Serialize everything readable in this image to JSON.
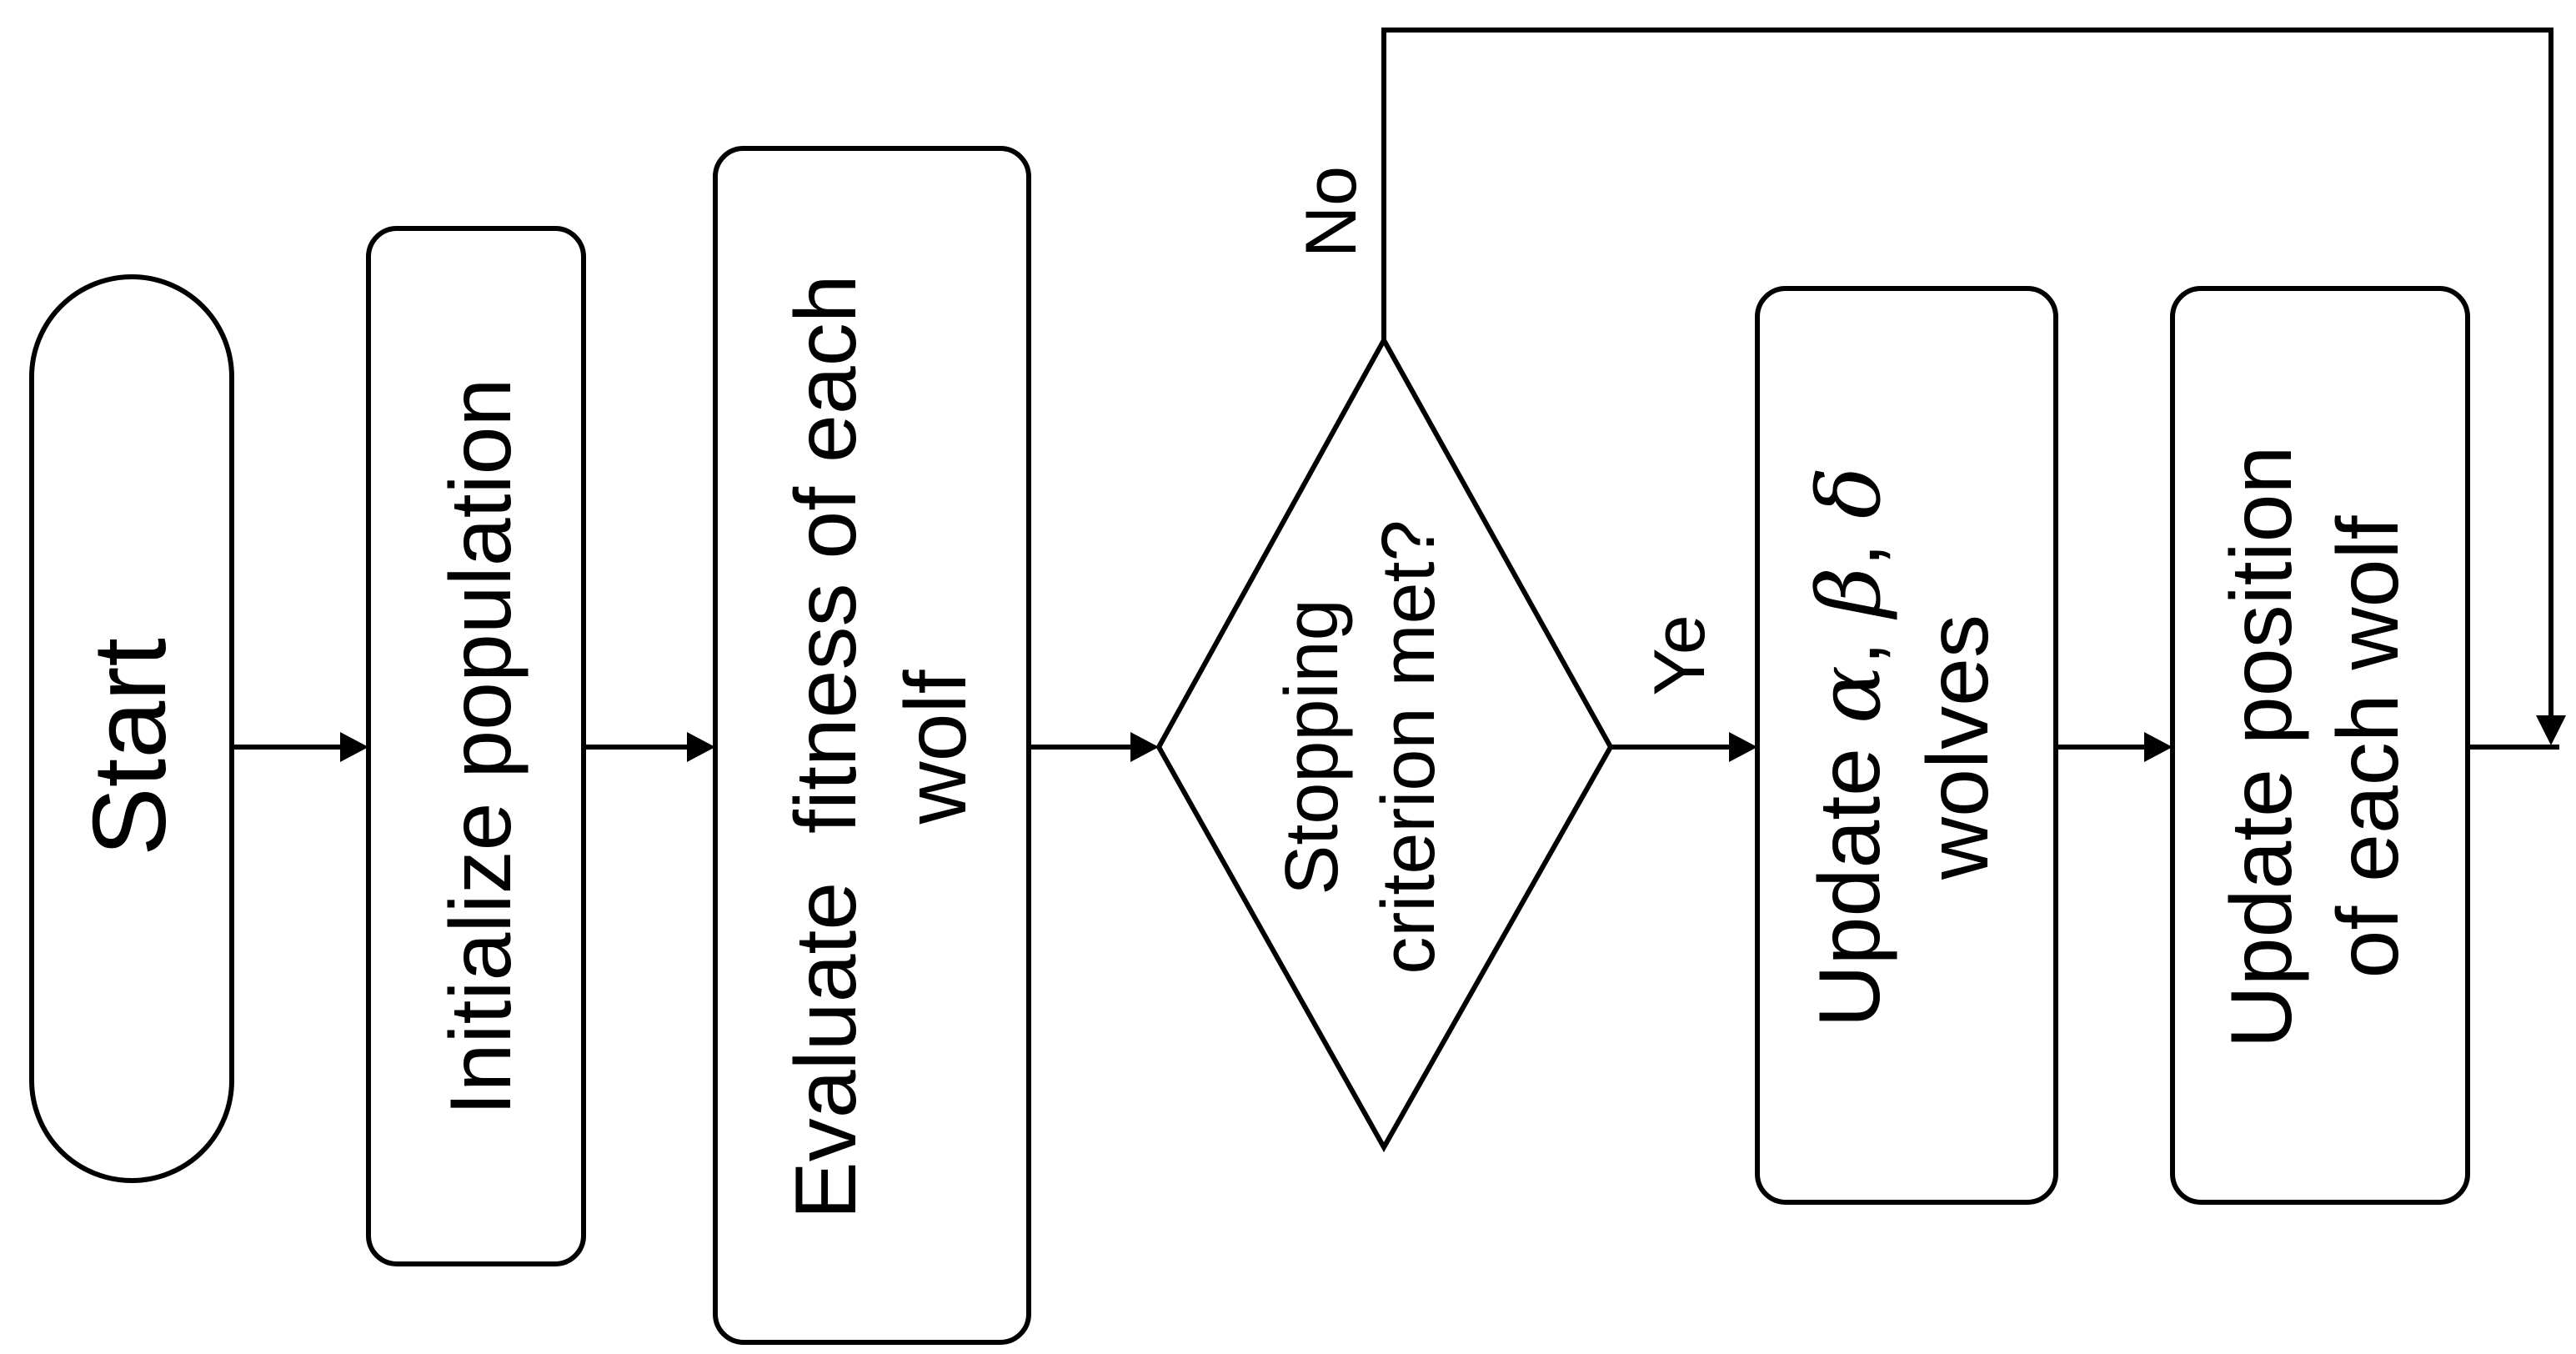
{
  "nodes": {
    "start": {
      "label": "Start"
    },
    "init": {
      "label": "Initialize population"
    },
    "evaluate": {
      "line1": "Evaluate  fitness of each",
      "line2": "wolf"
    },
    "decision": {
      "line1": "Stopping",
      "line2": "criterion met?"
    },
    "update_leaders": {
      "prefix": "Update ",
      "alpha": "α",
      "sep1": ", ",
      "beta": "β",
      "sep2": ", ",
      "delta": "δ",
      "line2": "wolves"
    },
    "update_position": {
      "line1": "Update position",
      "line2": "of each wolf"
    }
  },
  "edges": {
    "yes_label": "Ye",
    "no_label": "No"
  },
  "colors": {
    "stroke": "#000000",
    "fill": "#ffffff"
  }
}
